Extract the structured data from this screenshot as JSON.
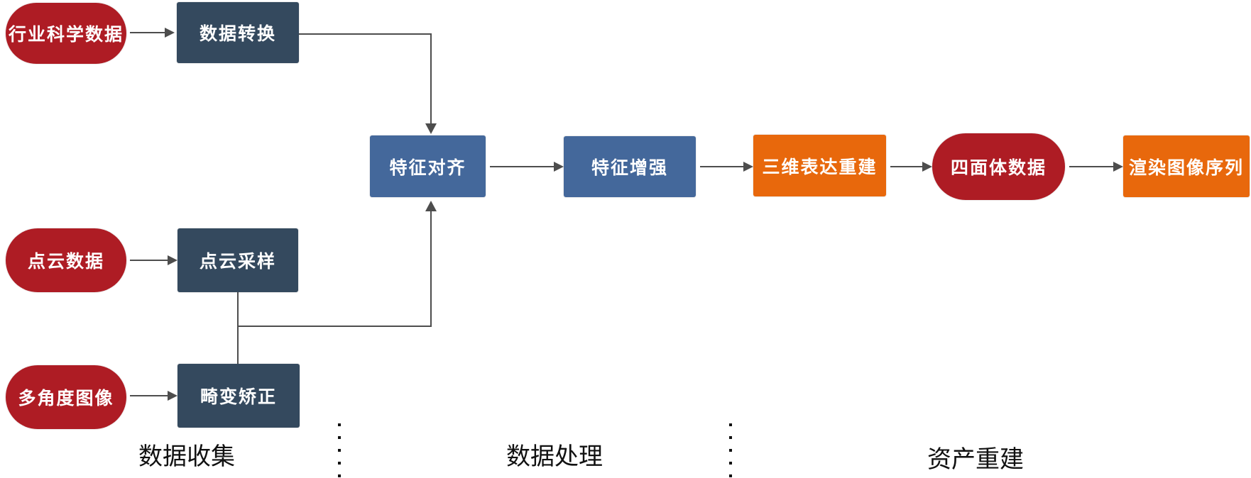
{
  "diagram": {
    "nodes": {
      "industry_data": {
        "label": "行业科学数据",
        "shape": "pill",
        "color": "#AE1C24"
      },
      "data_convert": {
        "label": "数据转换",
        "shape": "rect",
        "color": "#34495E"
      },
      "pointcloud_data": {
        "label": "点云数据",
        "shape": "pill",
        "color": "#AE1C24"
      },
      "pointcloud_sampling": {
        "label": "点云采样",
        "shape": "rect",
        "color": "#34495E"
      },
      "multiangle_images": {
        "label": "多角度图像",
        "shape": "pill",
        "color": "#AE1C24"
      },
      "distortion_correction": {
        "label": "畸变矫正",
        "shape": "rect",
        "color": "#34495E"
      },
      "feature_alignment": {
        "label": "特征对齐",
        "shape": "rect",
        "color": "#44689B"
      },
      "feature_enhancement": {
        "label": "特征增强",
        "shape": "rect",
        "color": "#44689B"
      },
      "recon_3d": {
        "label": "三维表达重建",
        "shape": "rect",
        "color": "#E8680C"
      },
      "tetrahedral_data": {
        "label": "四面体数据",
        "shape": "pill",
        "color": "#AE1C24"
      },
      "render_sequence": {
        "label": "渲染图像序列",
        "shape": "rect",
        "color": "#E8680C"
      }
    },
    "sections": {
      "collection": {
        "label": "数据收集"
      },
      "processing": {
        "label": "数据处理"
      },
      "reconstruction": {
        "label": "资产重建"
      }
    },
    "colors": {
      "pill_red": "#AE1C24",
      "rect_navy": "#34495E",
      "rect_blue": "#44689B",
      "rect_orange": "#E8680C",
      "arrow": "#4d4d4d",
      "divider": "#111111",
      "background": "#ffffff"
    }
  }
}
